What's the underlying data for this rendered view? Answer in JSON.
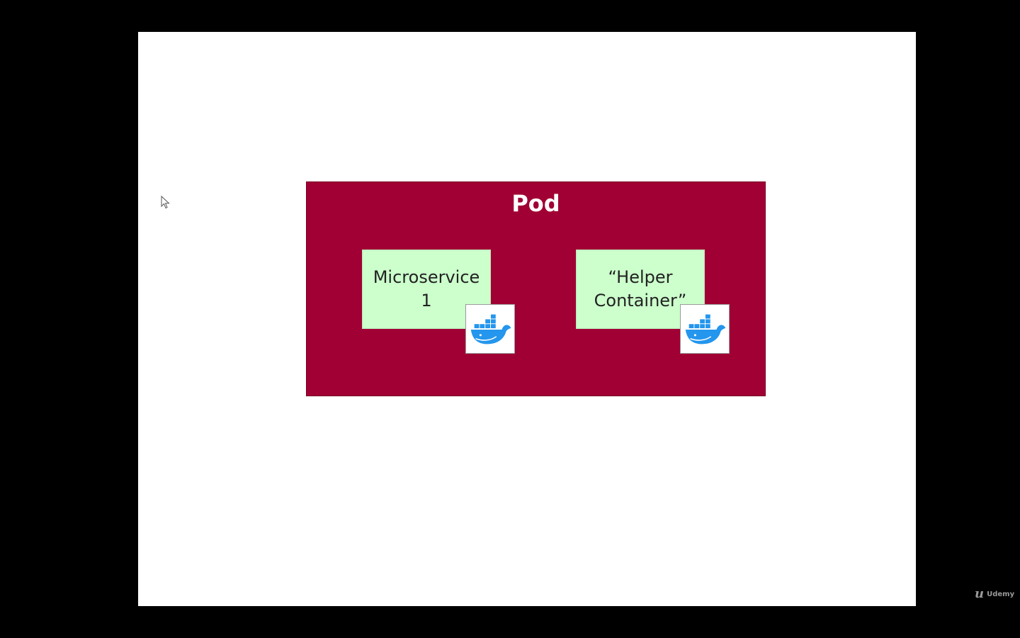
{
  "diagram": {
    "pod_title": "Pod",
    "containers": [
      {
        "line1": "Microservice",
        "line2": "1",
        "icon": "docker-whale-icon"
      },
      {
        "line1": "“Helper",
        "line2": "Container”",
        "icon": "docker-whale-icon"
      }
    ]
  },
  "branding": {
    "mark": "u",
    "name": "Udemy"
  },
  "colors": {
    "background": "#000000",
    "slide": "#ffffff",
    "pod": "#a00033",
    "container": "#ccffcc",
    "docker_blue": "#2496ed"
  }
}
